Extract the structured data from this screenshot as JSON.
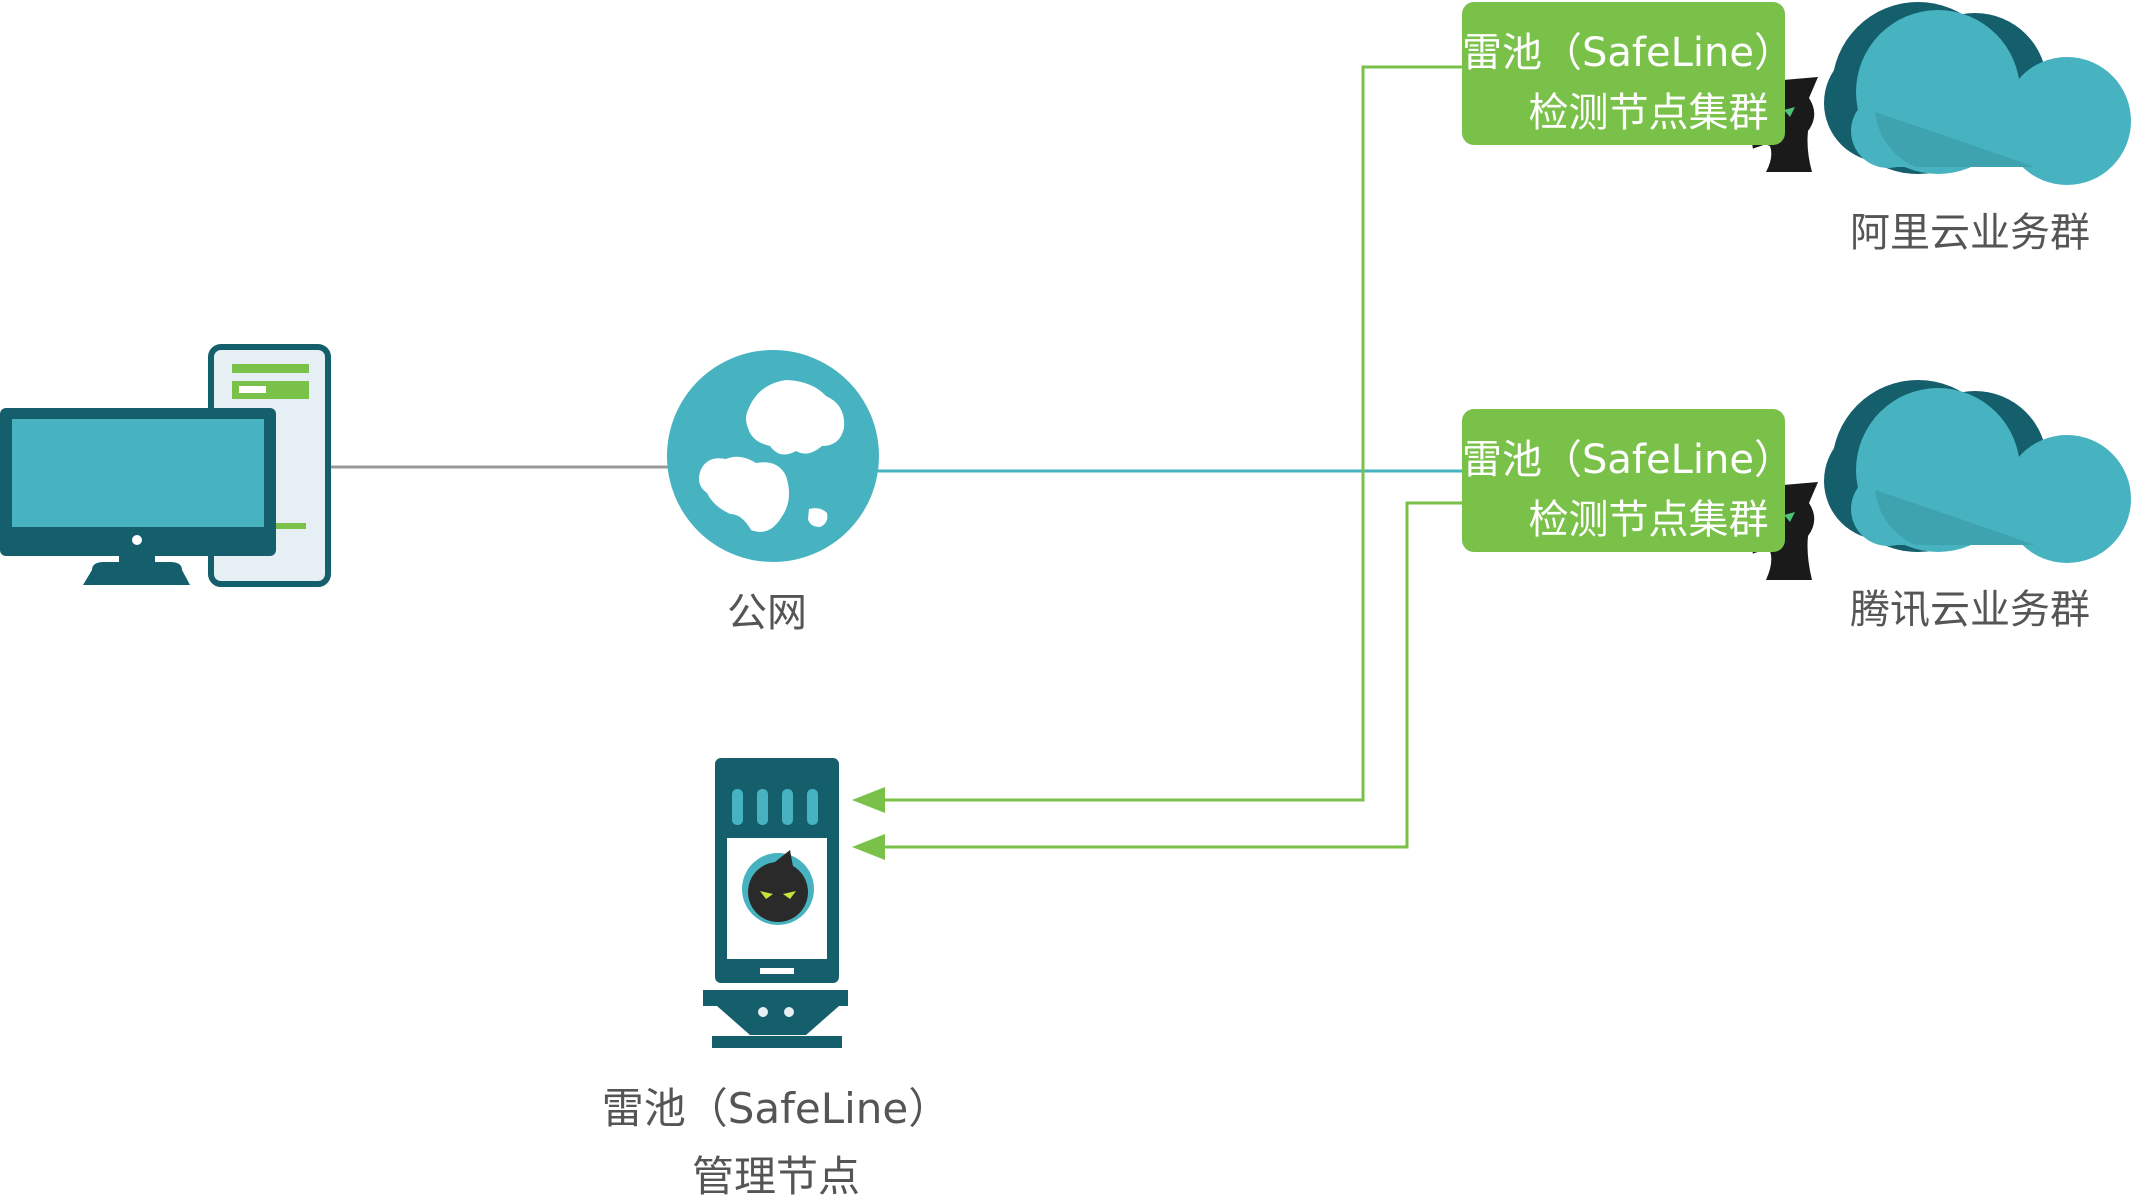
{
  "colors": {
    "teal": "#47b3c1",
    "teal_dark": "#155e6b",
    "green": "#7ac14a",
    "gray_line": "#999999",
    "label": "#555555"
  },
  "icons": [
    "desktop-client-icon",
    "globe-icon",
    "cloud-icon",
    "safeline-cat-icon",
    "server-icon"
  ],
  "internet": {
    "label": "公网"
  },
  "detection_nodes": [
    {
      "title": "雷池（SafeLine）",
      "subtitle": "检测节点集群",
      "cloud_label": "阿里云业务群"
    },
    {
      "title": "雷池（SafeLine）",
      "subtitle": "检测节点集群",
      "cloud_label": "腾讯云业务群"
    }
  ],
  "management_node": {
    "title": "雷池（SafeLine）",
    "subtitle": "管理节点"
  }
}
